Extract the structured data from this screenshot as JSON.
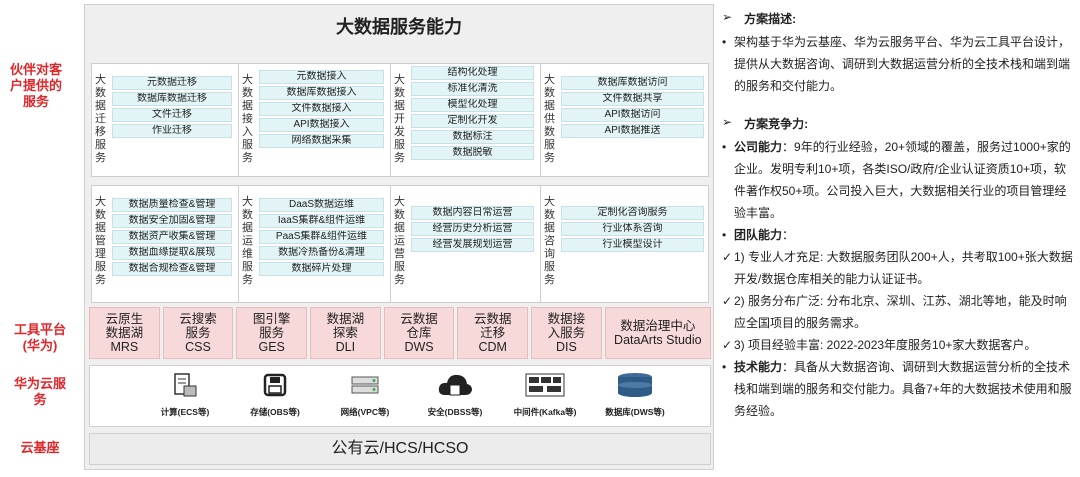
{
  "left_labels": {
    "partner": "伙伴对客户提供的服务",
    "tool": "工具平台(华为)",
    "cloud_service": "华为云服务",
    "base": "云基座"
  },
  "title": "大数据服务能力",
  "top_blocks": [
    {
      "label": "大数据迁移服务",
      "items": [
        "元数据迁移",
        "数据库数据迁移",
        "文件迁移",
        "作业迁移"
      ]
    },
    {
      "label": "大数据接入服务",
      "items": [
        "元数据接入",
        "数据库数据接入",
        "文件数据接入",
        "API数据接入",
        "网络数据采集"
      ]
    },
    {
      "label": "大数据开发服务",
      "items": [
        "结构化处理",
        "标准化清洗",
        "模型化处理",
        "定制化开发",
        "数据标注",
        "数据脱敏"
      ]
    },
    {
      "label": "大数据供数服务",
      "items": [
        "数据库数据访问",
        "文件数据共享",
        "API数据访问",
        "API数据推送"
      ]
    }
  ],
  "mid_blocks": [
    {
      "label": "大数据管理服务",
      "items": [
        "数据质量检查&管理",
        "数据安全加固&管理",
        "数据资产收集&管理",
        "数据血缘提取&展现",
        "数据合规检查&管理"
      ]
    },
    {
      "label": "大数据运维服务",
      "items": [
        "DaaS数据运维",
        "IaaS集群&组件运维",
        "PaaS集群&组件运维",
        "数据冷热备份&清理",
        "数据碎片处理"
      ]
    },
    {
      "label": "大数据运营服务",
      "items": [
        "数据内容日常运营",
        "经营历史分析运营",
        "经营发展规划运营"
      ]
    },
    {
      "label": "大数据咨询服务",
      "items": [
        "定制化咨询服务",
        "行业体系咨询",
        "行业模型设计"
      ]
    }
  ],
  "tools": [
    "云原生\n数据湖\nMRS",
    "云搜索\n服务\nCSS",
    "图引擎\n服务\nGES",
    "数据湖\n探索\nDLI",
    "云数据\n仓库\nDWS",
    "云数据\n迁移\nCDM",
    "数据接\n入服务\nDIS",
    "数据治理中心\nDataArts Studio"
  ],
  "cloud_services": [
    {
      "icon": "server-icon",
      "label": "计算(ECS等)"
    },
    {
      "icon": "storage-icon",
      "label": "存储(OBS等)"
    },
    {
      "icon": "network-icon",
      "label": "网络(VPC等)"
    },
    {
      "icon": "cloud-security-icon",
      "label": "安全(DBSS等)"
    },
    {
      "icon": "middleware-icon",
      "label": "中间件(Kafka等)"
    },
    {
      "icon": "database-icon",
      "label": "数据库(DWS等)"
    }
  ],
  "base_text": "公有云/HCS/HCSO",
  "right": {
    "arrow": "➢",
    "desc_heading": "方案描述:",
    "desc_text": "架构基于华为云基座、华为云服务平台、华为云工具平台设计，提供从大数据咨询、调研到大数据运营分析的全技术栈和端到端的服务和交付能力。",
    "comp_heading": "方案竞争力:",
    "company_title": "公司能力",
    "company_text": "：9年的行业经验，20+领域的覆盖，服务过1000+家的企业。发明专利10+项，各类ISO/政府/企业认证资质10+项，软件著作权50+项。公司投入巨大，大数据相关行业的项目管理经验丰富。",
    "team_title": "团队能力",
    "team_colon": "：",
    "team_points": [
      "1) 专业人才充足: 大数据服务团队200+人，共考取100+张大数据开发/数据仓库相关的能力认证证书。",
      "2) 服务分布广泛: 分布北京、深圳、江苏、湖北等地，能及时响应全国项目的服务需求。",
      "3) 项目经验丰富: 2022-2023年度服务10+家大数据客户。"
    ],
    "tech_title": "技术能力",
    "tech_text": "：具备从大数据咨询、调研到大数据运营分析的全技术栈和端到端的服务和交付能力。具备7+年的大数据技术使用和服务经验。",
    "bullet": "•",
    "check": "✓"
  }
}
